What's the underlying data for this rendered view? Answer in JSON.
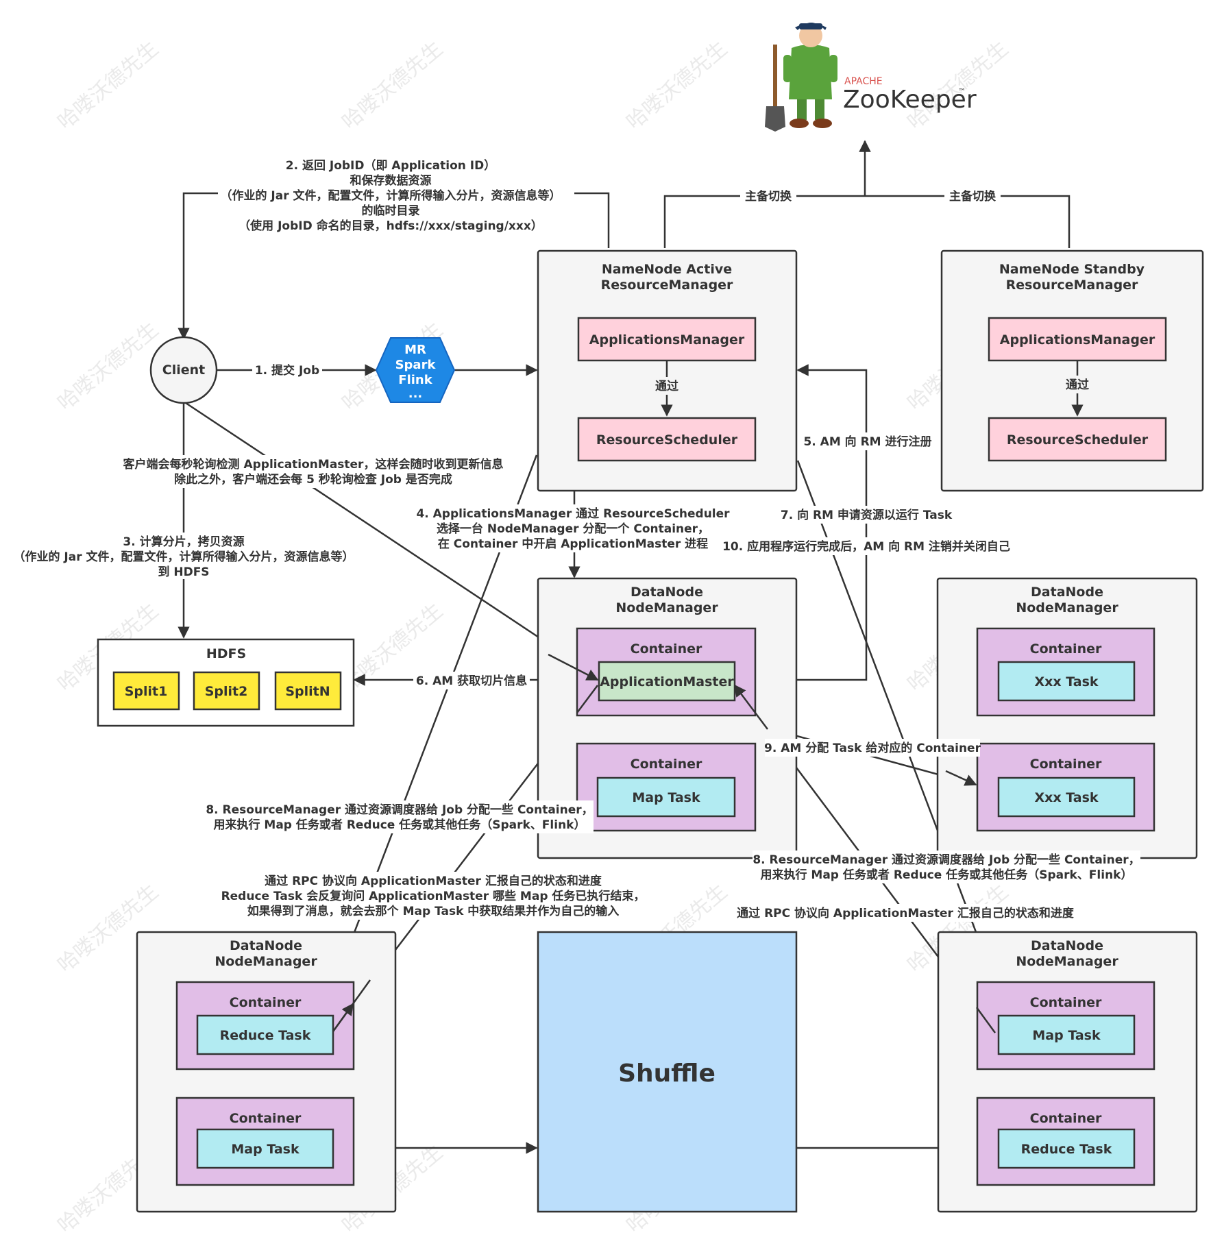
{
  "zookeeper": {
    "apache_label": "APACHE",
    "name": "ZooKeeper",
    "tm": "™"
  },
  "watermark": "哈喽沃德先生",
  "client": {
    "label": "Client"
  },
  "frameworks": {
    "lines": [
      "MR",
      "Spark",
      "Flink",
      "..."
    ]
  },
  "nn_active": {
    "title_lines": [
      "NameNode Active",
      "ResourceManager"
    ],
    "am": "ApplicationsManager",
    "via": "通过",
    "rs": "ResourceScheduler"
  },
  "nn_standby": {
    "title_lines": [
      "NameNode Standby",
      "ResourceManager"
    ],
    "am": "ApplicationsManager",
    "via": "通过",
    "rs": "ResourceScheduler"
  },
  "hdfs": {
    "title": "HDFS",
    "splits": [
      "Split1",
      "Split2",
      "SplitN"
    ]
  },
  "dn_center": {
    "title_lines": [
      "DataNode",
      "NodeManager"
    ],
    "container1": "Container",
    "app_master": "ApplicationMaster",
    "container2": "Container",
    "task2": "Map Task"
  },
  "dn_right_mid": {
    "title_lines": [
      "DataNode",
      "NodeManager"
    ],
    "container1": "Container",
    "task1": "Xxx Task",
    "container2": "Container",
    "task2": "Xxx Task"
  },
  "dn_bottom_left": {
    "title_lines": [
      "DataNode",
      "NodeManager"
    ],
    "container1": "Container",
    "task1": "Reduce Task",
    "container2": "Container",
    "task2": "Map Task"
  },
  "dn_bottom_right": {
    "title_lines": [
      "DataNode",
      "NodeManager"
    ],
    "container1": "Container",
    "task1": "Map Task",
    "container2": "Container",
    "task2": "Reduce Task"
  },
  "shuffle": {
    "label": "Shuffle"
  },
  "labels": {
    "step1": "1. 提交 Job",
    "step2": [
      "2. 返回 JobID（即 Application ID）",
      "和保存数据资源",
      "（作业的 Jar 文件，配置文件，计算所得输入分片，资源信息等）",
      "的临时目录",
      "（使用 JobID 命名的目录，hdfs://xxx/staging/xxx）"
    ],
    "switch_left": "主备切换",
    "switch_right": "主备切换",
    "poll": [
      "客户端会每秒轮询检测 ApplicationMaster，这样会随时收到更新信息",
      "除此之外，客户端还会每 5 秒轮询检查 Job 是否完成"
    ],
    "step3": [
      "3. 计算分片，拷贝资源",
      "（作业的 Jar 文件，配置文件，计算所得输入分片，资源信息等）",
      "到 HDFS"
    ],
    "step4": [
      "4. ApplicationsManager 通过 ResourceScheduler",
      "选择一台 NodeManager 分配一个 Container，",
      "在 Container 中开启 ApplicationMaster 进程"
    ],
    "step5": "5. AM 向 RM 进行注册",
    "step6": "6. AM 获取切片信息",
    "step7": "7. 向 RM 申请资源以运行 Task",
    "step10": "10. 应用程序运行完成后，AM 向 RM 注销并关闭自己",
    "step9": "9. AM 分配 Task 给对应的 Container",
    "step8_left": [
      "8. ResourceManager 通过资源调度器给 Job 分配一些 Container，",
      "用来执行 Map 任务或者 Reduce 任务或其他任务（Spark、Flink）"
    ],
    "step8_right": [
      "8. ResourceManager 通过资源调度器给 Job 分配一些 Container，",
      "用来执行 Map 任务或者 Reduce 任务或其他任务（Spark、Flink）"
    ],
    "rpc_left": [
      "通过 RPC 协议向 ApplicationMaster 汇报自己的状态和进度",
      "Reduce Task 会反复询问 ApplicationMaster 哪些 Map 任务已执行结束，",
      "如果得到了消息，就会去那个 Map Task 中获取结果并作为自己的输入"
    ],
    "rpc_right": "通过 RPC 协议向 ApplicationMaster 汇报自己的状态和进度"
  },
  "colors": {
    "node_bg": "#f5f5f5",
    "pink": "#ffd1dc",
    "purple": "#e1bee7",
    "cyan": "#b2ebf2",
    "green": "#c8e6c9",
    "yellow": "#ffeb3b",
    "blue": "#bbdefb",
    "hex": "#1e88e5"
  }
}
